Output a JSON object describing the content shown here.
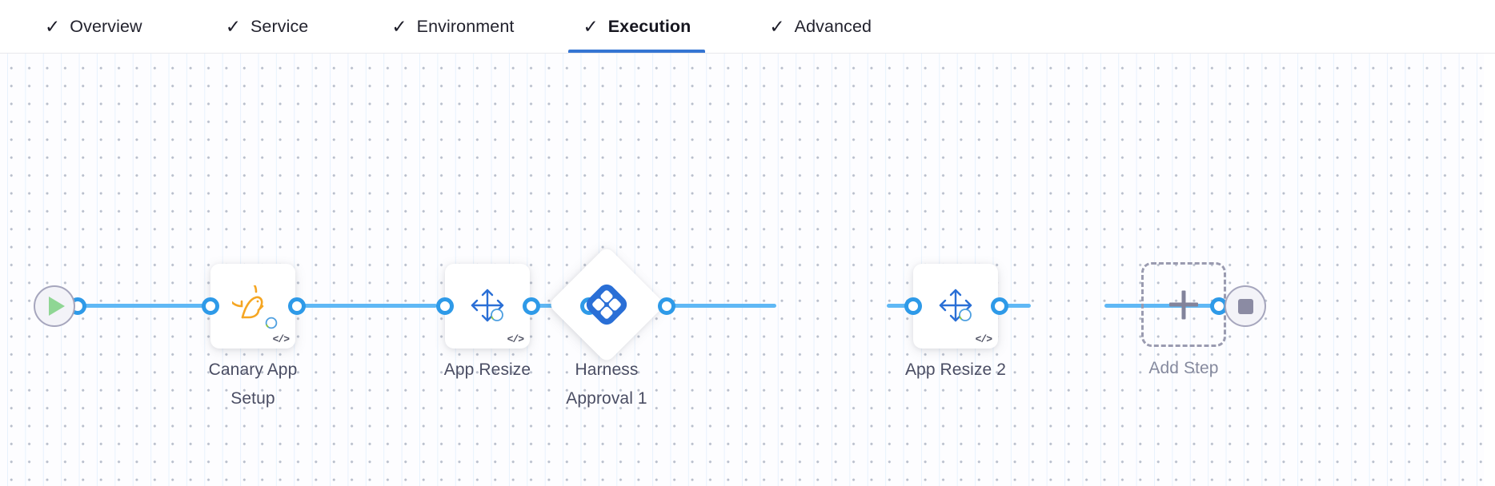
{
  "tabs": [
    {
      "label": "Overview",
      "icon": "check-icon",
      "checked": true,
      "active": false
    },
    {
      "label": "Service",
      "icon": "check-icon",
      "checked": true,
      "active": false
    },
    {
      "label": "Environment",
      "icon": "check-icon",
      "checked": true,
      "active": false
    },
    {
      "label": "Execution",
      "icon": "check-icon",
      "checked": true,
      "active": true
    },
    {
      "label": "Advanced",
      "icon": "check-icon",
      "checked": true,
      "active": false
    }
  ],
  "tab_check_glyph": "✓",
  "pipeline": {
    "start_node": {
      "name": "start-node",
      "icon": "play-icon"
    },
    "end_node": {
      "name": "end-node",
      "icon": "stop-icon"
    },
    "steps": [
      {
        "label": "Canary App\nSetup",
        "icon": "canary-bird-icon",
        "badge": "</>",
        "shape": "card"
      },
      {
        "label": "App Resize",
        "icon": "resize-arrows-icon",
        "badge": "</>",
        "shape": "card"
      },
      {
        "label": "Harness\nApproval 1",
        "icon": "harness-logo-icon",
        "badge": "",
        "shape": "diamond"
      },
      {
        "label": "App Resize 2",
        "icon": "resize-arrows-icon",
        "badge": "</>",
        "shape": "card"
      },
      {
        "label": "Add Step",
        "icon": "plus-icon",
        "badge": "",
        "shape": "dashed"
      }
    ]
  },
  "colors": {
    "accent_blue": "#3575d3",
    "link_blue": "#5fb8f5",
    "port_blue": "#2e9ae8",
    "harness_blue": "#2a6fd6",
    "canary_orange": "#f5a623",
    "play_green": "#8fd694",
    "label_text": "#4a4d63",
    "muted_text": "#868a9e",
    "canvas_bg": "#fdfdff"
  }
}
